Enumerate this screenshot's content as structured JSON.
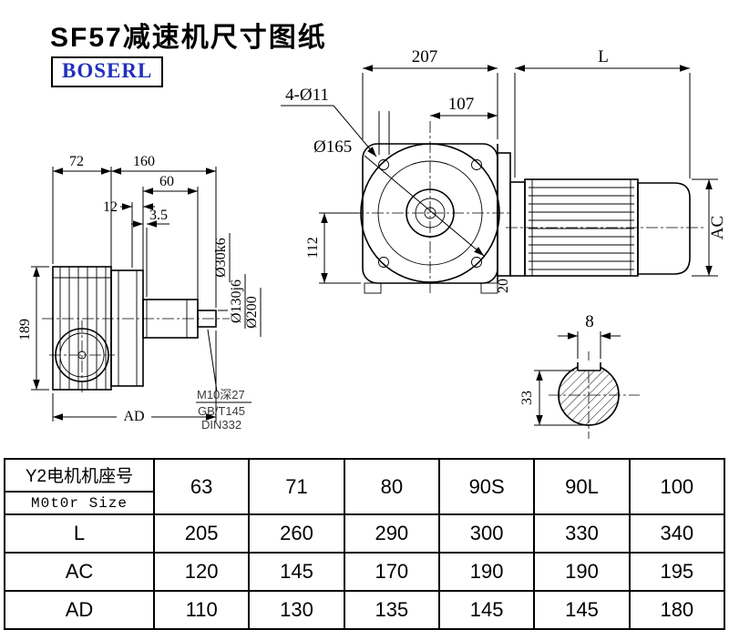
{
  "page": {
    "title": "SF57减速机尺寸图纸",
    "logo": "BOSERL"
  },
  "dims": {
    "left": {
      "w72": "72",
      "w160": "160",
      "w60": "60",
      "w12": "12",
      "w35": "3.5",
      "h189": "189",
      "ad": "AD",
      "shaft_dia": "Ø30k6",
      "spigot_dia": "Ø130j6",
      "flange_dia": "Ø200",
      "tap": "M10深27",
      "std1": "GB/T145",
      "std2": "DIN332"
    },
    "front": {
      "w207": "207",
      "l": "L",
      "bolts": "4-Ø11",
      "w107": "107",
      "dia165": "Ø165",
      "h112": "112",
      "h20": "20",
      "ac": "AC"
    },
    "shaft": {
      "key_w": "8",
      "key_h": "33"
    }
  },
  "table": {
    "motor_label_cn": "Y2电机机座号",
    "motor_label_en": "M0t0r Size",
    "sizes": [
      "63",
      "71",
      "80",
      "90S",
      "90L",
      "100"
    ],
    "rows": [
      {
        "label": "L",
        "values": [
          "205",
          "260",
          "290",
          "300",
          "330",
          "340"
        ]
      },
      {
        "label": "AC",
        "values": [
          "120",
          "145",
          "170",
          "190",
          "190",
          "195"
        ]
      },
      {
        "label": "AD",
        "values": [
          "110",
          "130",
          "135",
          "145",
          "145",
          "180"
        ]
      }
    ]
  }
}
